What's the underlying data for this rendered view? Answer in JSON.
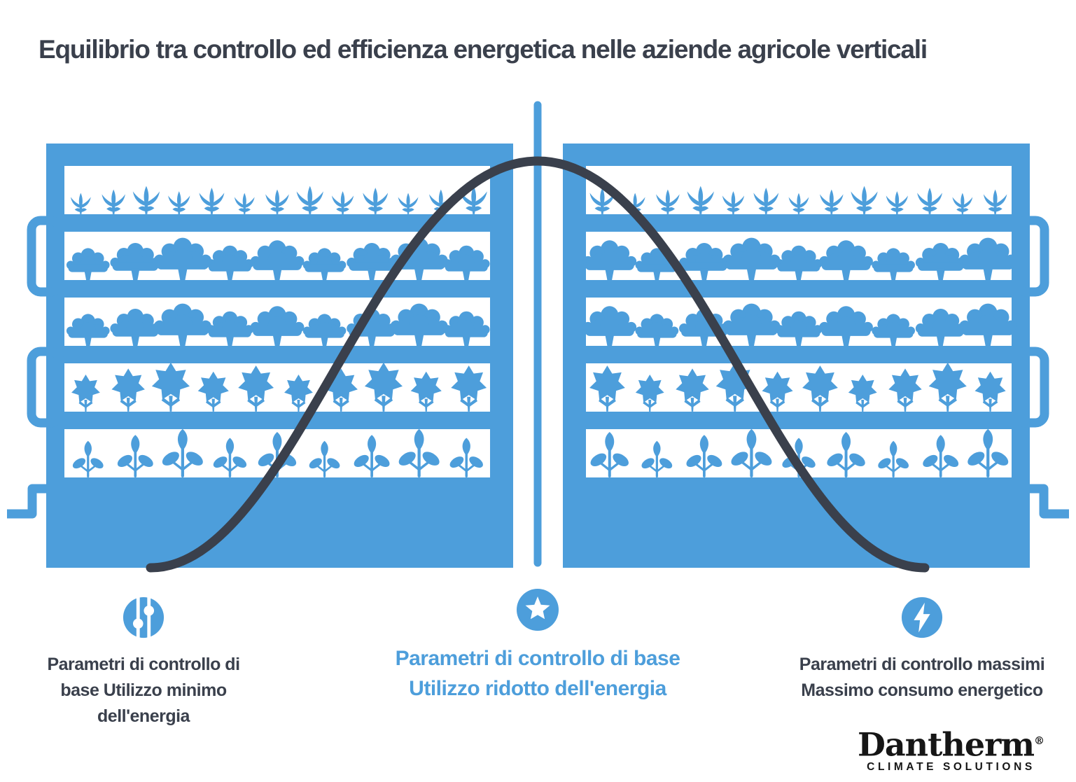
{
  "title": "Equilibrio tra controllo ed efficienza energetica nelle aziende agricole verticali",
  "colors": {
    "blue": "#4d9edb",
    "dark": "#3a404c",
    "logo_black": "#161616",
    "background": "#ffffff"
  },
  "diagram": {
    "type": "bell-curve-over-vertical-farm-racks",
    "racks": 2,
    "shelves_per_rack": 5,
    "rows": [
      {
        "plant": "sprout",
        "count": 13
      },
      {
        "plant": "bush",
        "count": 9
      },
      {
        "plant": "bush",
        "count": 9
      },
      {
        "plant": "maple",
        "count": 10
      },
      {
        "plant": "seedling",
        "count": 9
      }
    ],
    "curve": "bell",
    "divider": "center-vertical-line"
  },
  "legend": {
    "left": {
      "icon": "sliders-icon",
      "lines": [
        "Parametri di controllo di",
        "base Utilizzo minimo",
        "dell'energia"
      ]
    },
    "center": {
      "icon": "star-icon",
      "lines": [
        "Parametri di controllo di base",
        "Utilizzo ridotto dell'energia"
      ]
    },
    "right": {
      "icon": "lightning-icon",
      "lines": [
        "Parametri di controllo massimi",
        "Massimo consumo energetico"
      ]
    }
  },
  "logo": {
    "brand": "Dantherm",
    "registered": "®",
    "tagline": "CLIMATE SOLUTIONS"
  }
}
